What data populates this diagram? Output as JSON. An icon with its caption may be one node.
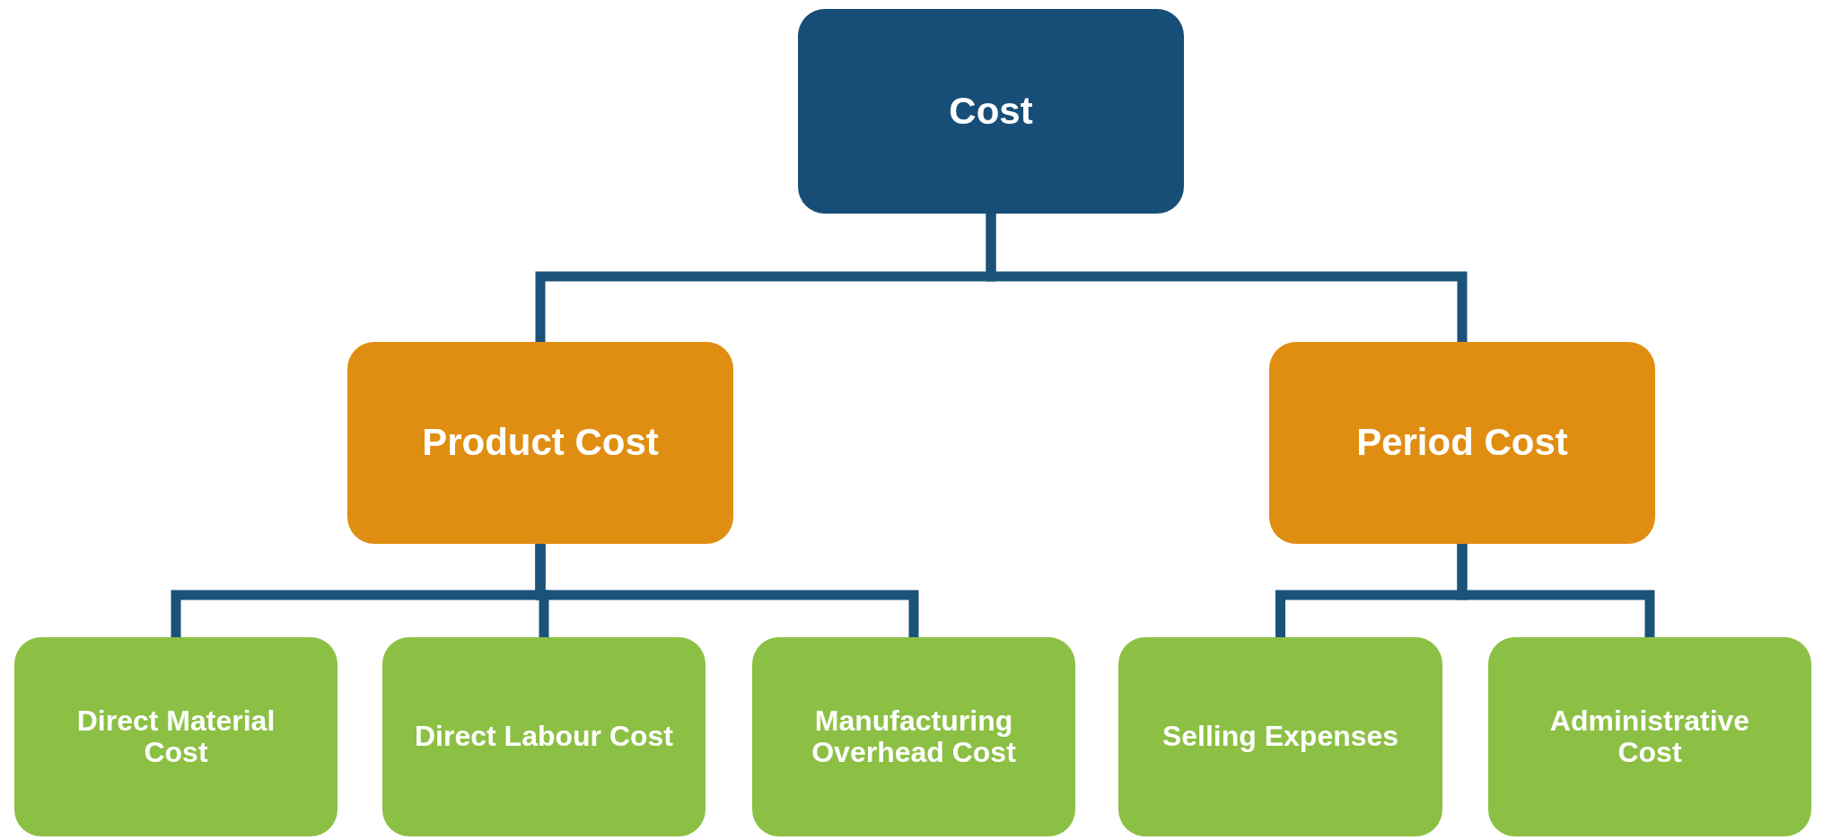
{
  "diagram": {
    "nodes": [
      {
        "text": [
          "Cost"
        ]
      },
      {
        "text": [
          "Product Cost"
        ]
      },
      {
        "text": [
          "Period Cost"
        ]
      },
      {
        "text": [
          "Direct Material Cost"
        ]
      },
      {
        "text": [
          "Direct Labour Cost"
        ]
      },
      {
        "text": [
          "Manufacturing Overhead Cost"
        ]
      },
      {
        "text": [
          "Selling Expenses"
        ]
      },
      {
        "text": [
          "Administrative Cost"
        ]
      }
    ],
    "edges": [
      {
        "from": 0,
        "to": 1,
        "arrow": "none"
      },
      {
        "from": 0,
        "to": 2,
        "arrow": "none"
      },
      {
        "from": 1,
        "to": 3,
        "arrow": "none"
      },
      {
        "from": 1,
        "to": 4,
        "arrow": "none"
      },
      {
        "from": 1,
        "to": 5,
        "arrow": "none"
      },
      {
        "from": 2,
        "to": 6,
        "arrow": "none"
      },
      {
        "from": 2,
        "to": 7,
        "arrow": "none"
      }
    ]
  }
}
